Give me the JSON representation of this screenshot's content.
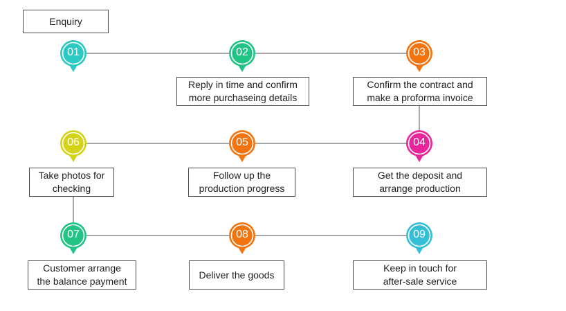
{
  "steps": [
    {
      "number": "01",
      "label": "",
      "color": "#2cc9c4"
    },
    {
      "number": "02",
      "label": "Reply in time and confirm\nmore purchaseing details",
      "color": "#22c486"
    },
    {
      "number": "03",
      "label": "Confirm the contract and\nmake a proforma invoice",
      "color": "#f2740e"
    },
    {
      "number": "04",
      "label": "Get the deposit and\narrange production",
      "color": "#e8259a"
    },
    {
      "number": "05",
      "label": "Follow up the\nproduction progress",
      "color": "#f2740e"
    },
    {
      "number": "06",
      "label": "Take photos for\nchecking",
      "color": "#d4d318"
    },
    {
      "number": "07",
      "label": "Customer arrange\nthe balance payment",
      "color": "#22c486"
    },
    {
      "number": "08",
      "label": "Deliver the goods",
      "color": "#f2740e"
    },
    {
      "number": "09",
      "label": "Keep in touch for\nafter-sale service",
      "color": "#35bfd6"
    }
  ],
  "start_label": "Enquiry",
  "line_color": "#8a8a8a"
}
